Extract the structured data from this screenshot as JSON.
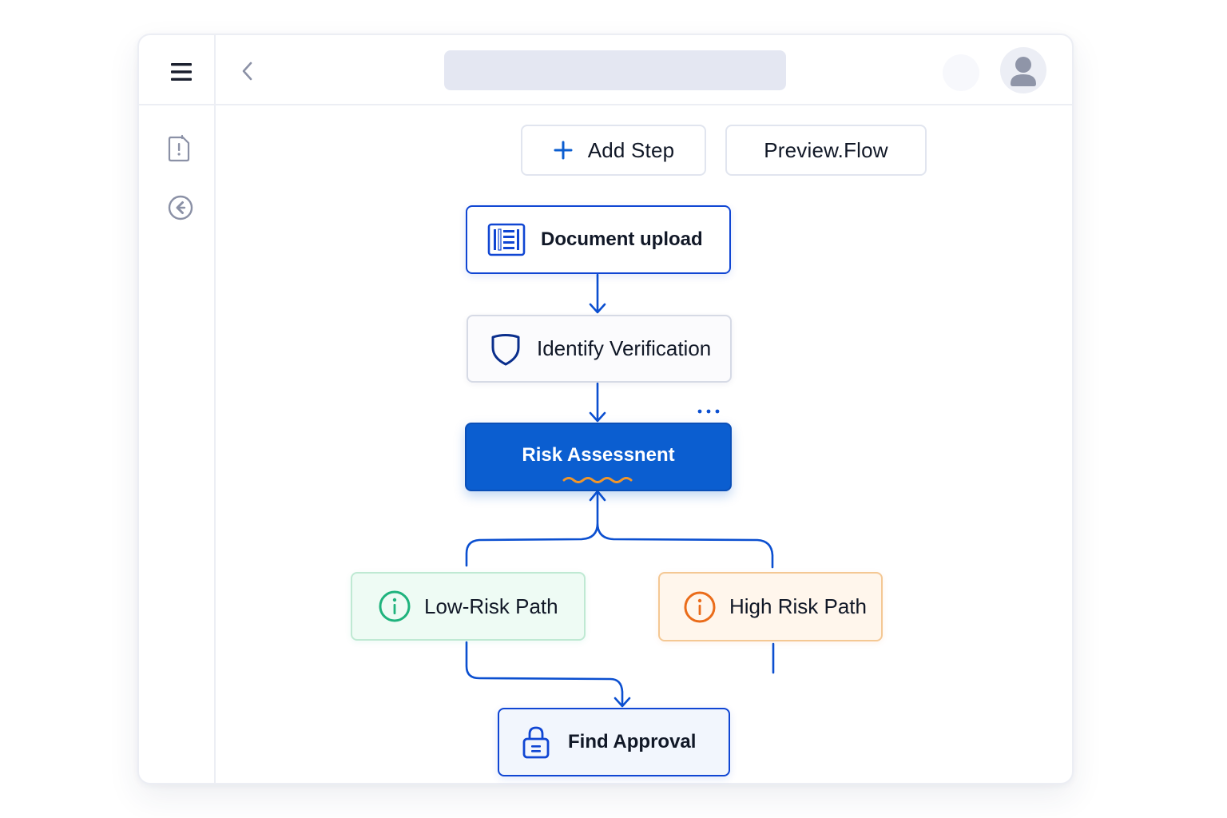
{
  "app": {
    "menu_icon": "hamburger-menu-icon",
    "back_icon": "chevron-left-icon",
    "search": {
      "value": "",
      "placeholder": ""
    },
    "sidebar": [
      {
        "icon": "alert-document-icon"
      },
      {
        "icon": "circle-arrow-left-icon"
      }
    ],
    "avatar_icon": "user-avatar-icon"
  },
  "toolbar": {
    "add_step_label": "Add Step",
    "add_step_icon": "plus-icon",
    "preview_label": "Preview.Flow"
  },
  "flow": {
    "nodes": [
      {
        "id": "document-upload",
        "label": "Document upload",
        "icon": "document-icon"
      },
      {
        "id": "identify-verification",
        "label": "Identify Verification",
        "icon": "shield-icon"
      },
      {
        "id": "risk-assessment",
        "label": "Risk Assessnent",
        "icon": "",
        "more_icon": "more-horizontal-icon"
      },
      {
        "id": "low-risk-path",
        "label": "Low-Risk Path",
        "icon": "info-icon"
      },
      {
        "id": "high-risk-path",
        "label": "High Risk Path",
        "icon": "info-icon"
      },
      {
        "id": "find-approval",
        "label": "Find Approval",
        "icon": "lock-icon"
      }
    ]
  },
  "colors": {
    "accent": "#0b5ed0",
    "primary_dark": "#0a2e8c",
    "connector": "#0b4fd0",
    "low_risk": "#1fb37d",
    "low_risk_bg": "#eefbf4",
    "high_risk": "#ea6c1a",
    "high_risk_bg": "#fff6ec"
  }
}
